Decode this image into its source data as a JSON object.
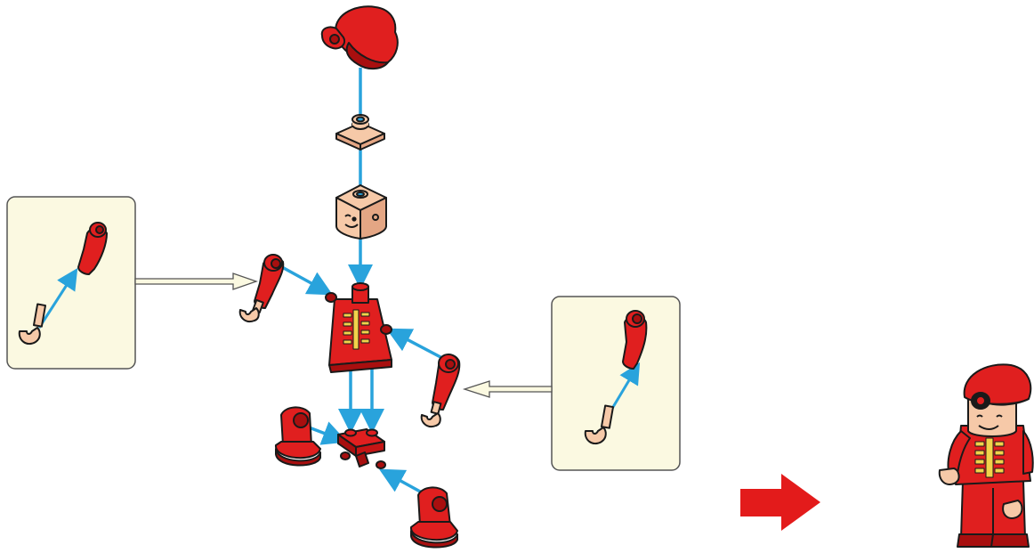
{
  "diagram": {
    "type": "assembly-instruction",
    "colors": {
      "part_red": "#e01f1f",
      "part_red_shadow": "#a80f0f",
      "skin": "#f6c9a8",
      "skin_shadow": "#e4a684",
      "connector_blue": "#29a3dc",
      "callout_fill": "#fbf9e1",
      "callout_border": "#555555",
      "next_step_arrow": "#e31b1b",
      "outline": "#1a1a1a"
    },
    "parts": [
      {
        "name": "hat",
        "color": "red"
      },
      {
        "name": "neck-stud",
        "color": "skin"
      },
      {
        "name": "head",
        "color": "skin"
      },
      {
        "name": "torso",
        "color": "red"
      },
      {
        "name": "left-arm",
        "color": "red"
      },
      {
        "name": "right-arm",
        "color": "red"
      },
      {
        "name": "left-hand",
        "color": "skin"
      },
      {
        "name": "right-hand",
        "color": "skin"
      },
      {
        "name": "hip",
        "color": "red"
      },
      {
        "name": "left-leg",
        "color": "red"
      },
      {
        "name": "right-leg",
        "color": "red"
      }
    ],
    "callouts": [
      "arm-assembly-left",
      "arm-assembly-right"
    ],
    "result": "assembled-minifigure"
  }
}
